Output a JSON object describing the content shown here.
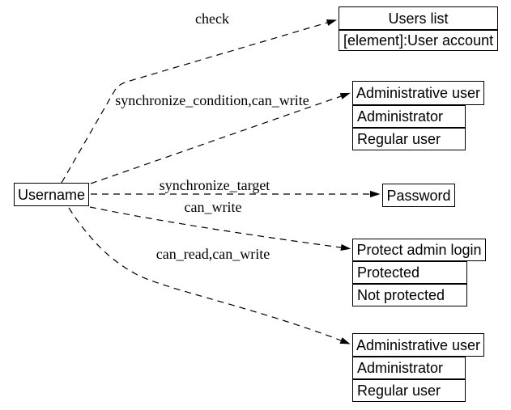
{
  "diagram": {
    "background_color": "#ffffff",
    "line_color": "#000000",
    "text_color": "#000000",
    "nodes": {
      "username": {
        "label": "Username"
      },
      "users_list": {
        "header": "Users list",
        "rows": [
          "[element]:User account"
        ]
      },
      "admin_top": {
        "header": "Administrative user",
        "rows": [
          "Administrator",
          "Regular user"
        ]
      },
      "password": {
        "label": "Password"
      },
      "protect": {
        "header": "Protect admin login",
        "rows": [
          "Protected",
          "Not protected"
        ]
      },
      "admin_bottom": {
        "header": "Administrative user",
        "rows": [
          "Administrator",
          "Regular user"
        ]
      }
    },
    "edges": [
      {
        "from": "Username",
        "to": "Users list",
        "label": "check",
        "style": "dashed"
      },
      {
        "from": "Username",
        "to": "Administrative user",
        "label": "synchronize_condition,can_write",
        "style": "dashed"
      },
      {
        "from": "Username",
        "to": "Password",
        "label": "synchronize_target",
        "style": "dashed"
      },
      {
        "from": "Username",
        "to": "Protect admin login",
        "label": "can_write",
        "style": "dashed"
      },
      {
        "from": "Username",
        "to": "Administrative user",
        "label": "can_read,can_write",
        "style": "dashed"
      }
    ]
  }
}
